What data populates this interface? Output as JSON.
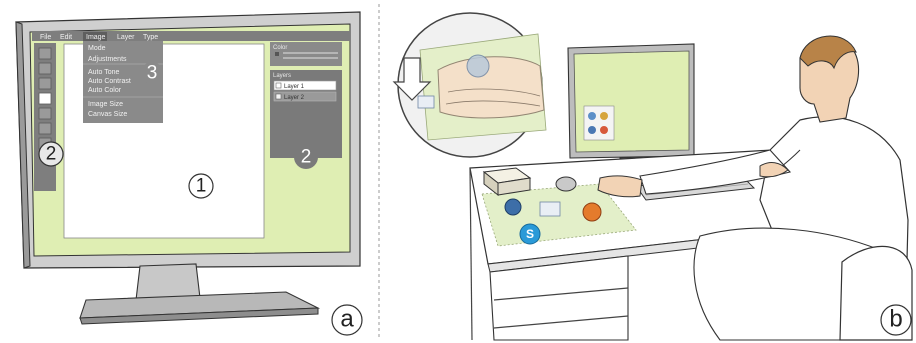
{
  "panel_a": {
    "menu_bar": [
      "File",
      "Edit",
      "Image",
      "Layer",
      "Type"
    ],
    "dropdown_items": [
      "Mode",
      "Adjustments",
      "Auto Tone",
      "Auto Contrast",
      "Auto Color",
      "Image Size",
      "Canvas Size"
    ],
    "panel_titles": {
      "color": "Color",
      "layers": "Layers"
    },
    "layers": [
      "Layer 1",
      "Layer 2"
    ],
    "callouts": {
      "canvas": "1",
      "toolbar": "2",
      "side_panel": "2",
      "menu": "3"
    },
    "panel_letter": "a"
  },
  "panel_b": {
    "panel_letter": "b"
  },
  "colors": {
    "screen_green": "#dfeeb3",
    "ui_gray": "#8a8a8a",
    "monitor_gray": "#cfcfcf",
    "dark_bezel": "#5b5b5b"
  }
}
